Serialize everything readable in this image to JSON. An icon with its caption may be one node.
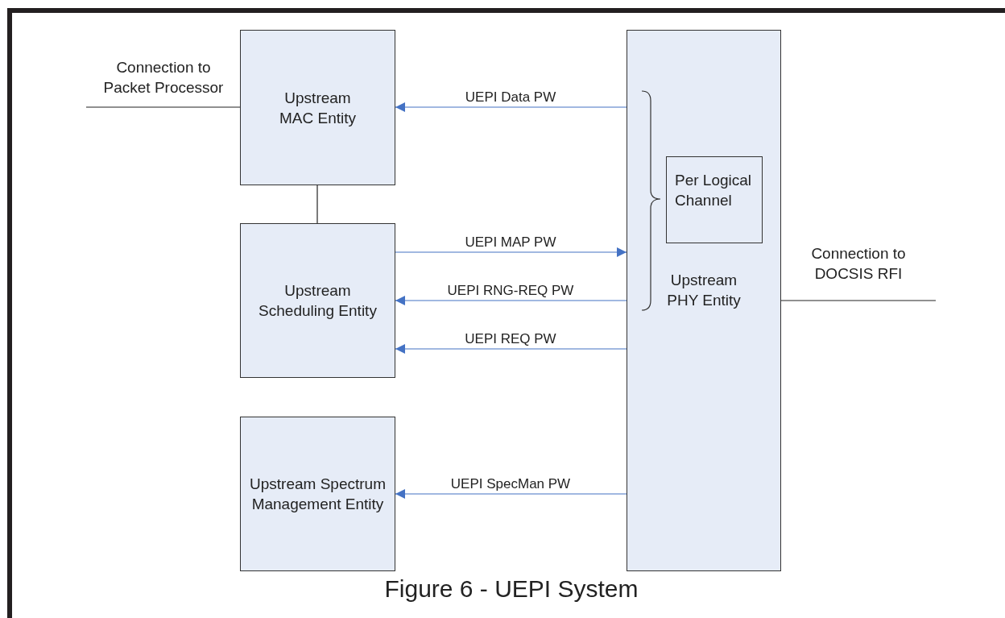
{
  "diagram": {
    "caption": "Figure 6 - UEPI System",
    "nodes": [
      {
        "text": [
          "Upstream MAC Entity"
        ]
      },
      {
        "text": [
          "Upstream Scheduling Entity"
        ]
      },
      {
        "text": [
          "Upstream Spectrum Management Entity"
        ]
      },
      {
        "text": [
          "Upstream PHY Entity"
        ]
      },
      {
        "text": [
          "Per Logical Channel"
        ],
        "in": 3
      }
    ],
    "edges": [
      {
        "from": null,
        "to": 0,
        "arrow": "none",
        "label": "Connection to Packet Processor",
        "color": "#222222"
      },
      {
        "from": 3,
        "to": 0,
        "arrow": "to",
        "label": "UEPI Data PW"
      },
      {
        "from": 0,
        "to": 1,
        "arrow": "none",
        "color": "#222222"
      },
      {
        "from": 1,
        "to": 3,
        "arrow": "to",
        "label": "UEPI MAP PW"
      },
      {
        "from": 3,
        "to": 1,
        "arrow": "to",
        "label": "UEPI RNG-REQ PW"
      },
      {
        "from": 3,
        "to": null,
        "arrow": "none",
        "label": "Connection to DOCSIS RFI",
        "color": "#222222"
      },
      {
        "from": 3,
        "to": 1,
        "arrow": "to",
        "label": "UEPI REQ PW"
      },
      {
        "from": 3,
        "to": 2,
        "arrow": "to",
        "label": "UEPI SpecMan PW"
      }
    ]
  }
}
